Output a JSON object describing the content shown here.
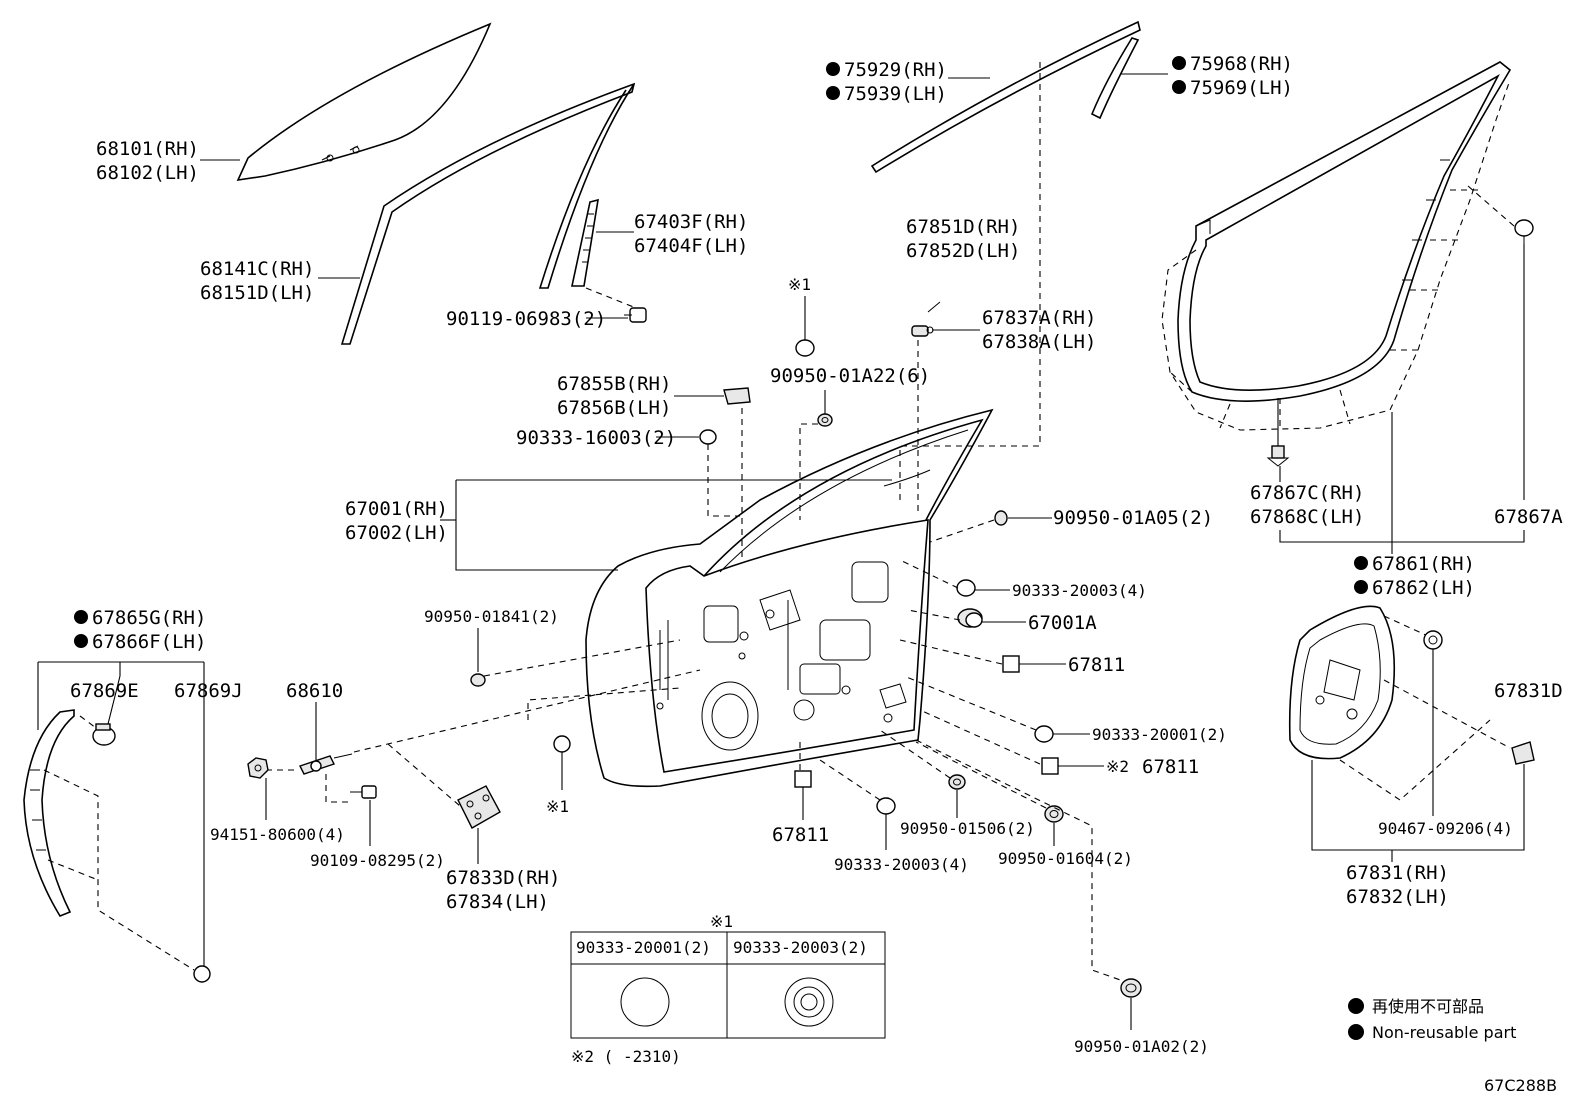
{
  "diagram_code": "67C288B",
  "labels": {
    "glass_rh": "68101(RH)",
    "glass_lh": "68102(LH)",
    "run_rh": "68141C(RH)",
    "run_lh": "68151D(LH)",
    "frame_rh": "67403F(RH)",
    "frame_lh": "67404F(LH)",
    "bolt_90119": "90119-06983(2)",
    "molding1_rh": "75929(RH)",
    "molding1_lh": "75939(LH)",
    "molding2_rh": "75968(RH)",
    "molding2_lh": "75969(LH)",
    "strip_rh": "67851D(RH)",
    "strip_lh": "67852D(LH)",
    "clip_rh": "67837A(RH)",
    "clip_lh": "67838A(LH)",
    "ref1_top": "※1",
    "hole_90950_01A22": "90950-01A22(6)",
    "bracket_rh": "67855B(RH)",
    "bracket_lh": "67856B(LH)",
    "plug_90333_16003": "90333-16003(2)",
    "door_rh": "67001(RH)",
    "door_lh": "67002(LH)",
    "plug_90950_01A05": "90950-01A05(2)",
    "plug_90333_20003_4a": "90333-20003(4)",
    "part_67001A": "67001A",
    "plug_90950_01841": "90950-01841(2)",
    "seal_67811_a": "67811",
    "plug_90333_20001": "90333-20001(2)",
    "ref2": "※2",
    "seal_67811_b": "67811",
    "seal_67811_c": "67811",
    "ref1_mid": "※1",
    "plug_90333_20003_4b": "90333-20003(4)",
    "plug_90950_01506": "90950-01506(2)",
    "plug_90950_01604": "90950-01604(2)",
    "plug_90950_01A02": "90950-01A02(2)",
    "lower_rh": "67865G(RH)",
    "lower_lh": "67866F(LH)",
    "part_67869E": "67869E",
    "part_67869J": "67869J",
    "part_68610": "68610",
    "nut_94151": "94151-80600(4)",
    "bolt_90109": "90109-08295(2)",
    "cover_rh": "67833D(RH)",
    "cover_lh": "67834(LH)",
    "weather_rh": "67861(RH)",
    "weather_lh": "67862(LH)",
    "clip_67867C_rh": "67867C(RH)",
    "clip_67868C_lh": "67868C(LH)",
    "clip_67867A": "67867A",
    "service_rh": "67831(RH)",
    "service_lh": "67832(LH)",
    "part_67831D": "67831D",
    "clip_90467": "90467-09206(4)"
  },
  "plug_table": {
    "title": "※1",
    "col1": "90333-20001(2)",
    "col2": "90333-20003(2)",
    "footnote": "※2 (      -2310)"
  },
  "legend": {
    "jp": "再使用不可部品",
    "en": "Non-reusable part"
  }
}
